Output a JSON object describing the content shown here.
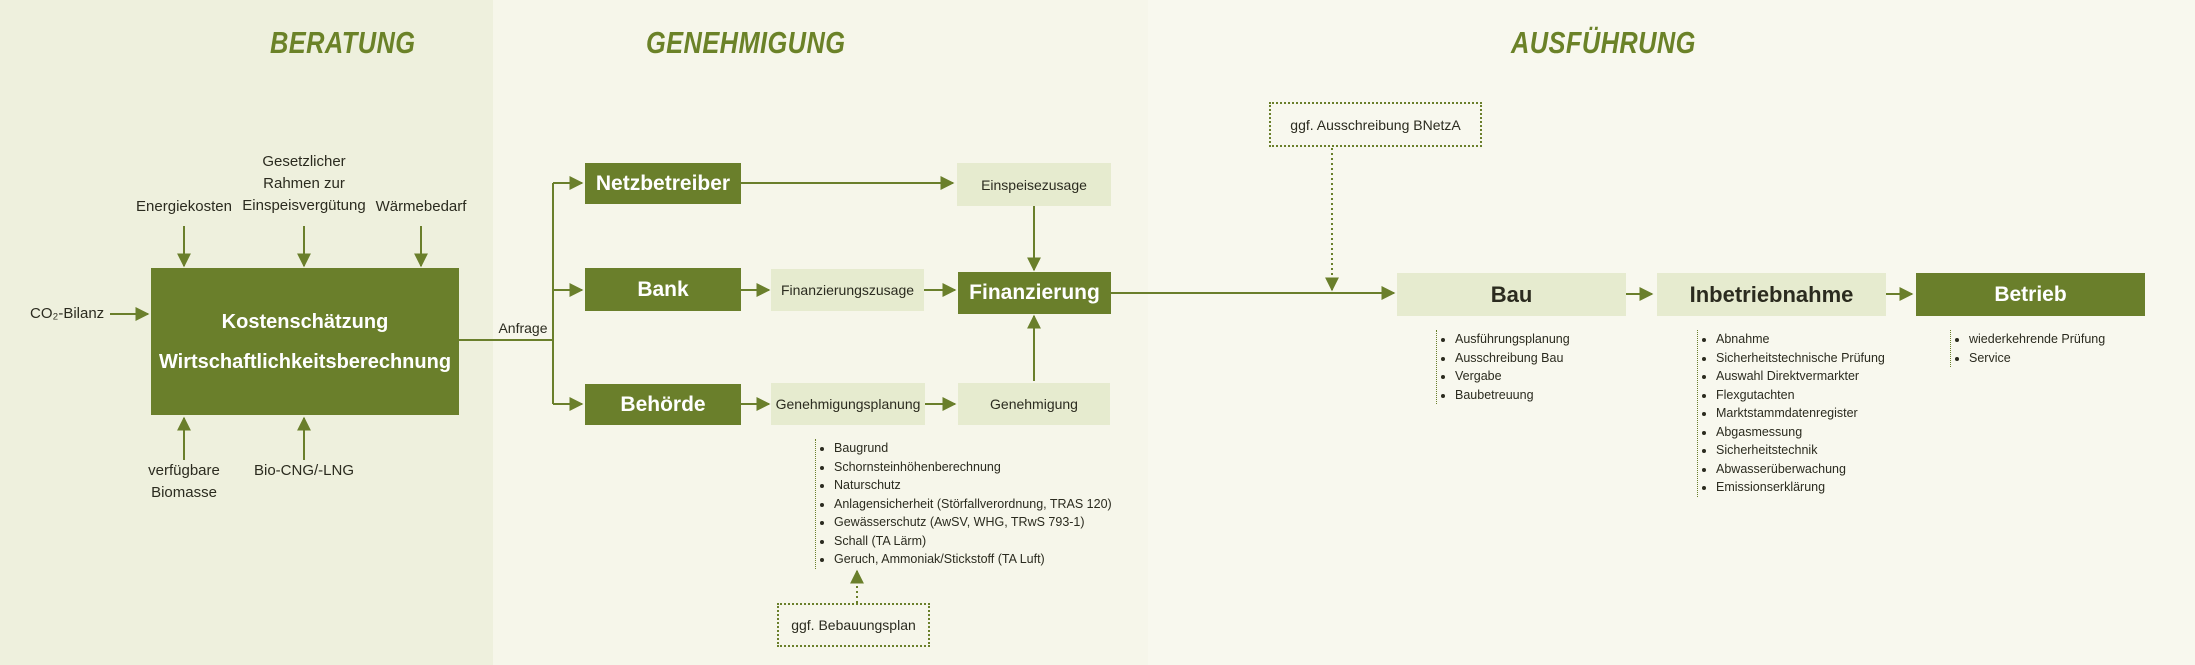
{
  "phases": {
    "beratung": "BERATUNG",
    "genehmigung": "GENEHMIGUNG",
    "ausfuehrung": "AUSFÜHRUNG"
  },
  "beratung": {
    "main_line1": "Kostenschätzung",
    "main_line2": "Wirtschaftlichkeitsberechnung",
    "inputs": {
      "energiekosten": "Energiekosten",
      "gesetz_l1": "Gesetzlicher",
      "gesetz_l2": "Rahmen zur",
      "gesetz_l3": "Einspeisvergütung",
      "waermebedarf": "Wärmebedarf",
      "co2": "CO₂-Bilanz",
      "biomasse_l1": "verfügbare",
      "biomasse_l2": "Biomasse",
      "biocng": "Bio-CNG/-LNG"
    },
    "anfrage": "Anfrage"
  },
  "genehmigung": {
    "netzbetreiber": "Netzbetreiber",
    "bank": "Bank",
    "behoerde": "Behörde",
    "einspeisezusage": "Einspeisezusage",
    "finanzierungszusage": "Finanzierungszusage",
    "finanzierung": "Finanzierung",
    "genehmigungsplanung": "Genehmigungsplanung",
    "genehmigung": "Genehmigung",
    "planung_items": [
      "Baugrund",
      "Schornsteinhöhenberechnung",
      "Naturschutz",
      "Anlagensicherheit (Störfallverordnung, TRAS 120)",
      "Gewässerschutz (AwSV, WHG, TRwS 793-1)",
      "Schall (TA Lärm)",
      "Geruch, Ammoniak/Stickstoff (TA Luft)"
    ],
    "bebauungsplan": "ggf. Bebauungsplan"
  },
  "ausfuehrung": {
    "ausschreibung": "ggf. Ausschreibung BNetzA",
    "bau": "Bau",
    "inbetriebnahme": "Inbetriebnahme",
    "betrieb": "Betrieb",
    "bau_items": [
      "Ausführungsplanung",
      "Ausschreibung Bau",
      "Vergabe",
      "Baubetreuung"
    ],
    "inbetriebnahme_items": [
      "Abnahme",
      "Sicherheitstechnische Prüfung",
      "Auswahl Direktvermarkter",
      "Flexgutachten",
      "Marktstammdatenregister",
      "Abgasmessung",
      "Sicherheitstechnik",
      "Abwasserüberwachung",
      "Emissionserklärung"
    ],
    "betrieb_items": [
      "wiederkehrende Prüfung",
      "Service"
    ]
  },
  "colors": {
    "accent": "#6a7f2b",
    "light_box": "#e6ebcf",
    "beratung_bg": "#eef0dd",
    "page_bg": "#f8f8ee",
    "title": "#6b8228"
  }
}
